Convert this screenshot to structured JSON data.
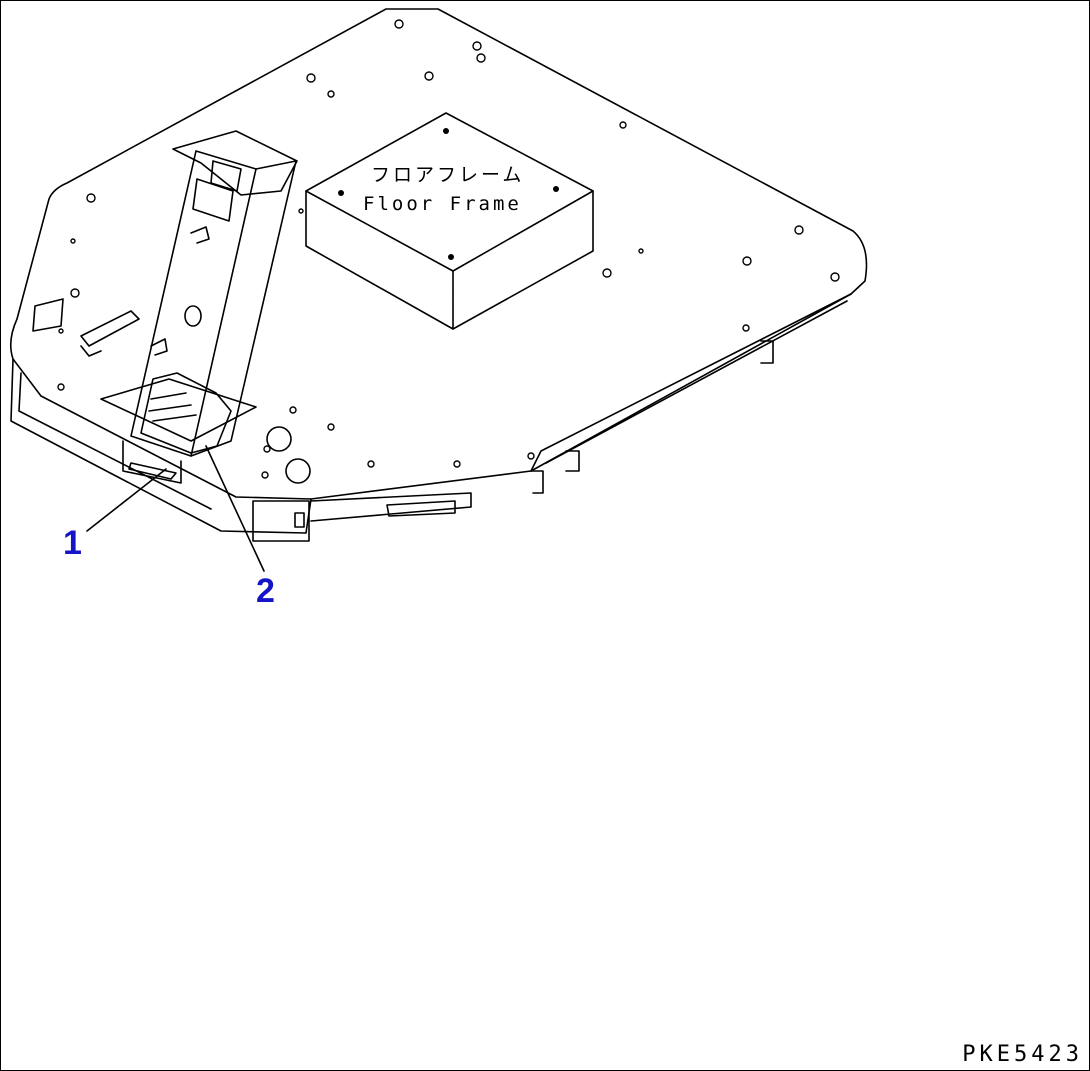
{
  "colors": {
    "line": "#000000",
    "callout": "#1515c8",
    "background": "#ffffff"
  },
  "box_label": {
    "japanese": "フロアフレーム",
    "english": "Floor Frame"
  },
  "callouts": [
    {
      "number": "1"
    },
    {
      "number": "2"
    }
  ],
  "drawing_id": "PKE5423"
}
